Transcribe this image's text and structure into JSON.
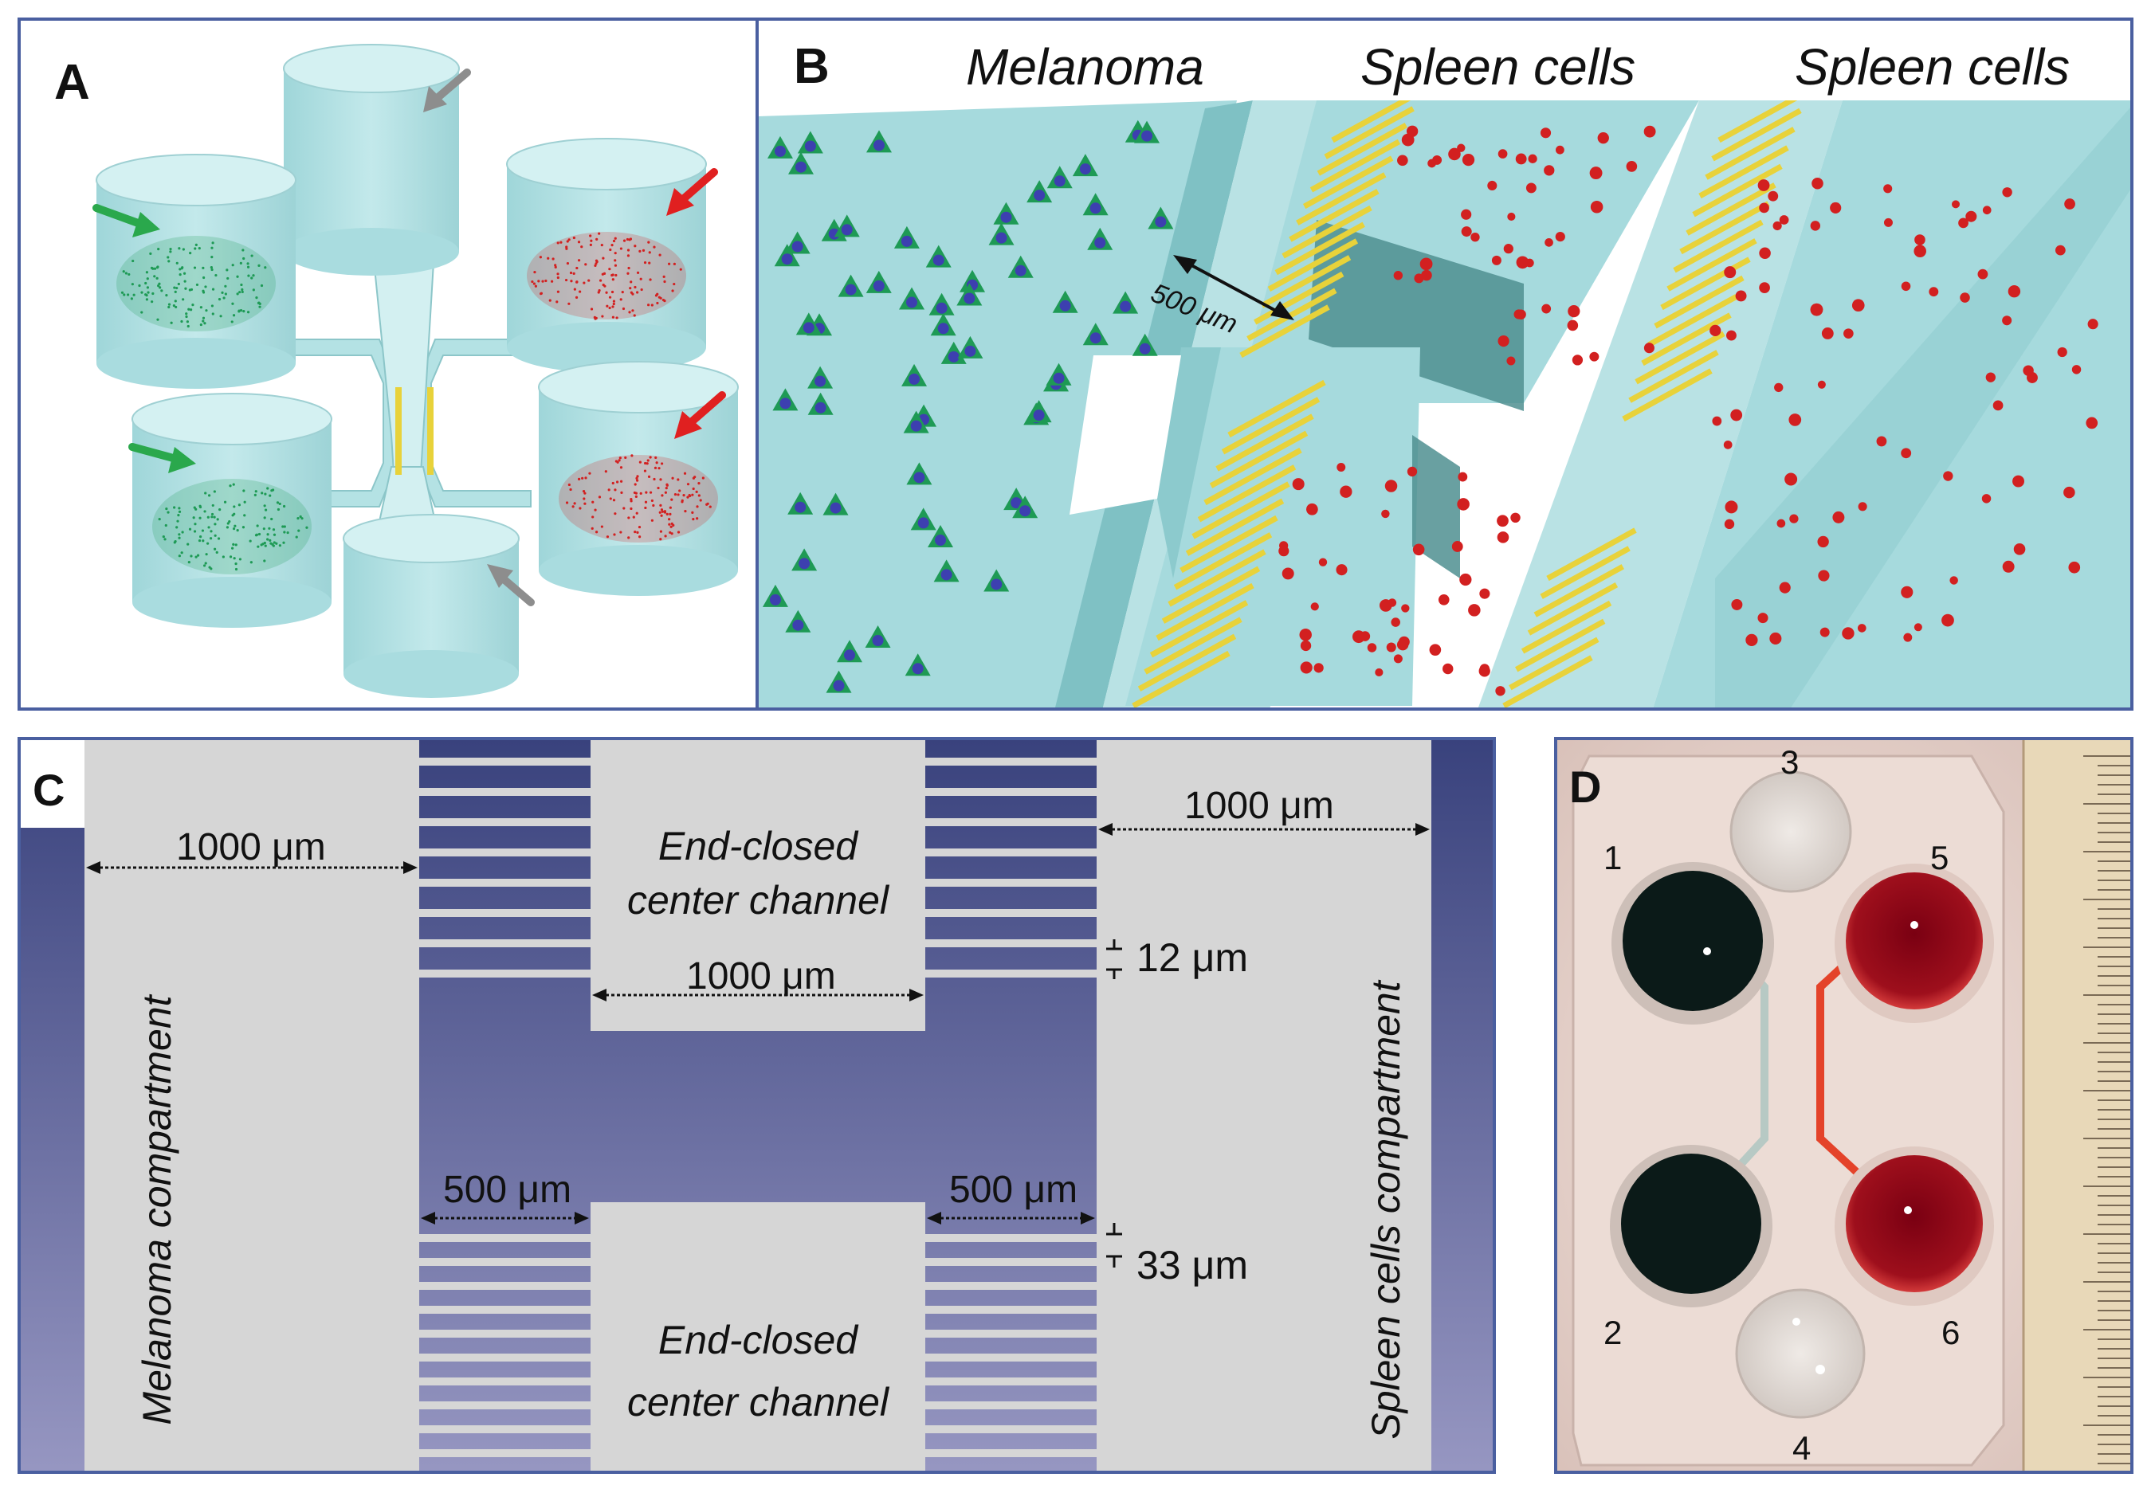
{
  "panels": {
    "a": {
      "label": "A"
    },
    "b": {
      "label": "B",
      "col1": "Melanoma",
      "col2": "Spleen cells",
      "col3": "Spleen cells",
      "dim": "500 μm"
    },
    "c": {
      "label": "C",
      "left_dim": "1000 μm",
      "right_dim": "1000 μm",
      "center_top_line1": "End-closed",
      "center_top_line2": "center channel",
      "center_dim": "1000 μm",
      "gap_top": "12 μm",
      "left_500": "500 μm",
      "right_500": "500 μm",
      "gap_bottom": "33 μm",
      "center_bottom_line1": "End-closed",
      "center_bottom_line2": "center channel",
      "left_compartment": "Melanoma compartment",
      "right_compartment": "Spleen cells compartment"
    },
    "d": {
      "label": "D",
      "wells": [
        "1",
        "2",
        "3",
        "4",
        "5",
        "6"
      ]
    }
  },
  "colors": {
    "border": "#4a5fa0",
    "reservoir": "#b4e2e4",
    "channel_dark": "#3c4682",
    "grey": "#d6d6d6",
    "yellow": "#e8d23a",
    "red_cells": "#d22020",
    "green_cells": "#1e9a55"
  }
}
